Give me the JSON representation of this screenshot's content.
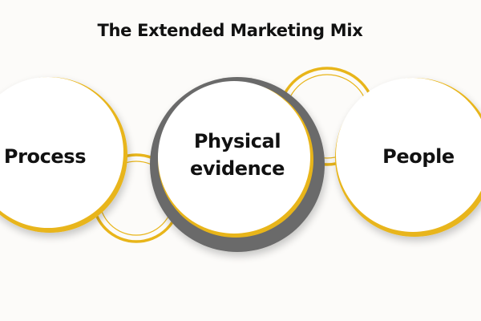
{
  "title": "The Extended Marketing Mix",
  "nodes": [
    {
      "label": "Process"
    },
    {
      "label": "Physical\nevidence"
    },
    {
      "label": "People"
    }
  ],
  "colors": {
    "accent": "#e8b51a",
    "center_ring": "#6b6b6b",
    "circle_fill": "#ffffff",
    "background": "#fcfbf9",
    "text": "#111111"
  }
}
